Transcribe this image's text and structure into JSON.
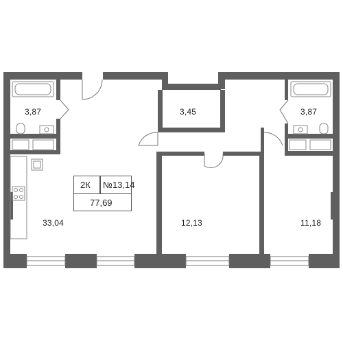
{
  "plan": {
    "rooms": [
      {
        "id": "bath-left",
        "area": "3,87"
      },
      {
        "id": "bath-right",
        "area": "3,87"
      },
      {
        "id": "storage",
        "area": "3,45"
      },
      {
        "id": "living-kitchen",
        "area": "33,04"
      },
      {
        "id": "bedroom-middle",
        "area": "12,13"
      },
      {
        "id": "bedroom-right",
        "area": "11,18"
      }
    ],
    "info": {
      "rooms_label": "2К",
      "number_label": "№13,14",
      "total_area": "77,69"
    },
    "colors": {
      "wall": "#5f5f5f",
      "line": "#777777",
      "background": "#ffffff"
    }
  }
}
